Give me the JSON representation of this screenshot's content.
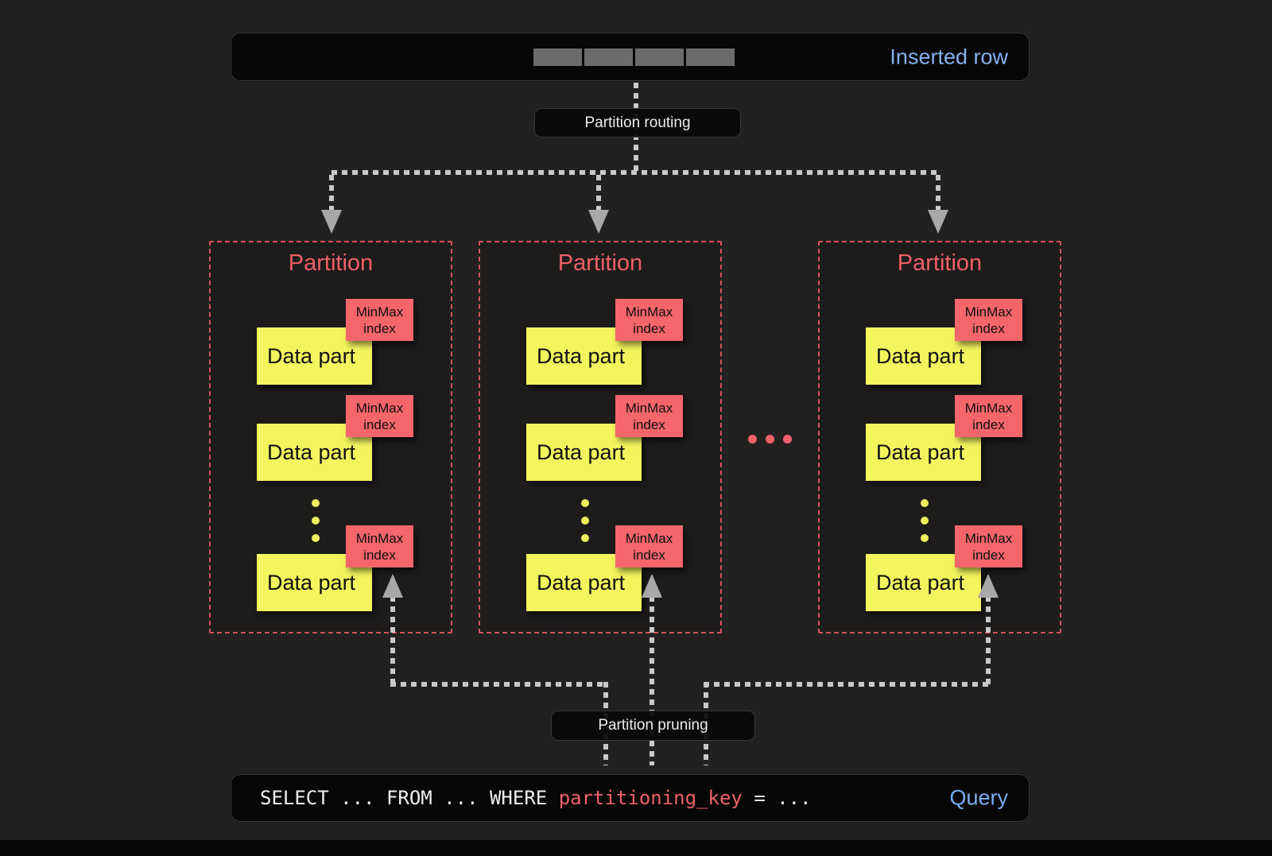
{
  "inserted_row_label": "Inserted row",
  "routing_label": "Partition routing",
  "pruning_label": "Partition pruning",
  "partitions": [
    {
      "title": "Partition",
      "parts": [
        {
          "part_label": "Data part",
          "index_line1": "MinMax",
          "index_line2": "index"
        },
        {
          "part_label": "Data part",
          "index_line1": "MinMax",
          "index_line2": "index"
        },
        {
          "part_label": "Data part",
          "index_line1": "MinMax",
          "index_line2": "index"
        }
      ]
    },
    {
      "title": "Partition",
      "parts": [
        {
          "part_label": "Data part",
          "index_line1": "MinMax",
          "index_line2": "index"
        },
        {
          "part_label": "Data part",
          "index_line1": "MinMax",
          "index_line2": "index"
        },
        {
          "part_label": "Data part",
          "index_line1": "MinMax",
          "index_line2": "index"
        }
      ]
    },
    {
      "title": "Partition",
      "parts": [
        {
          "part_label": "Data part",
          "index_line1": "MinMax",
          "index_line2": "index"
        },
        {
          "part_label": "Data part",
          "index_line1": "MinMax",
          "index_line2": "index"
        },
        {
          "part_label": "Data part",
          "index_line1": "MinMax",
          "index_line2": "index"
        }
      ]
    }
  ],
  "query": {
    "select_prefix": "SELECT ... FROM ... WHERE ",
    "key": "partitioning_key",
    "suffix": " = ...",
    "label": "Query"
  },
  "colors": {
    "background": "#232120",
    "panel_black": "#070707",
    "accent_blue": "#84b1ef",
    "salmon_red": "#f2626b",
    "partition_border": "#d8505a",
    "data_part_yellow": "#f4f45e",
    "minmax_red": "#f4656c",
    "connector_gray": "#c9c9c9",
    "arrow_gray": "#a8a8a8",
    "row_cell_gray": "#6b6b6b"
  }
}
